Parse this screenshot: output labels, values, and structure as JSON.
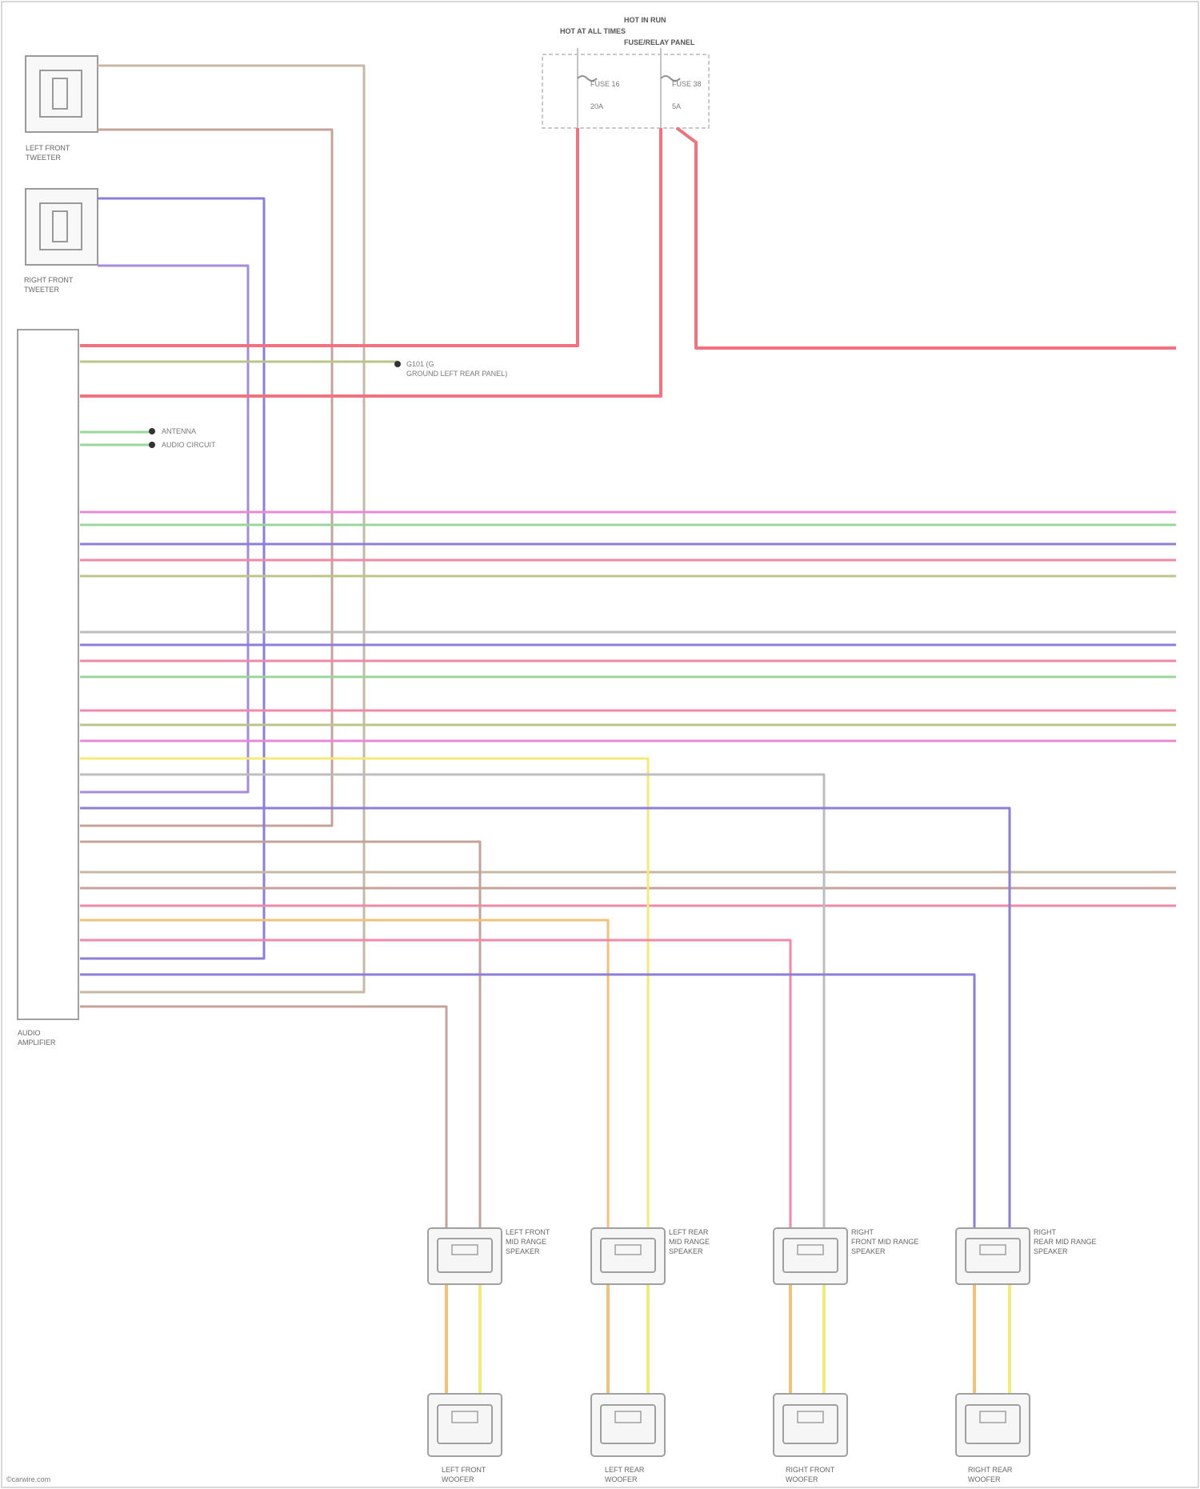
{
  "components": {
    "left_front_tweeter": {
      "label": [
        "LEFT FRONT",
        "TWEETER"
      ]
    },
    "right_front_tweeter": {
      "label": [
        "RIGHT FRONT",
        "TWEETER"
      ]
    },
    "audio_amplifier": {
      "label": [
        "AUDIO",
        "AMPLIFIER"
      ]
    },
    "fuse_relay_panel": {
      "label": [
        "HOT AT ALL TIMES",
        "HOT IN RUN",
        "FUSE/RELAY PANEL"
      ]
    },
    "fuse_1": {
      "name": "FUSE 16",
      "rating": "20A"
    },
    "fuse_2": {
      "name": "FUSE 38",
      "rating": "5A"
    },
    "left_front_door_speaker": {
      "label": [
        "LEFT FRONT",
        "MID RANGE",
        "SPEAKER"
      ]
    },
    "left_rear_door_speaker": {
      "label": [
        "LEFT REAR",
        "MID RANGE",
        "SPEAKER"
      ]
    },
    "right_front_door_speaker": {
      "label": [
        "RIGHT",
        "FRONT MID RANGE",
        "SPEAKER"
      ]
    },
    "right_rear_door_speaker": {
      "label": [
        "RIGHT",
        "REAR MID RANGE",
        "SPEAKER"
      ]
    },
    "left_front_woofer": {
      "label": [
        "LEFT FRONT",
        "WOOFER"
      ]
    },
    "left_rear_woofer": {
      "label": [
        "LEFT REAR",
        "WOOFER"
      ]
    },
    "right_front_woofer": {
      "label": [
        "RIGHT FRONT",
        "WOOFER"
      ]
    },
    "right_rear_woofer": {
      "label": [
        "RIGHT REAR",
        "WOOFER"
      ]
    }
  },
  "notes": {
    "ground": [
      "G101 (G",
      "GROUND LEFT REAR PANEL)"
    ],
    "junctions": [
      "ANTENNA",
      "AUDIO CIRCUIT"
    ]
  },
  "footer": "©carwire.com",
  "wire_colors": {
    "pink": "#f08aa8",
    "red": "#f2737f",
    "violet": "#8c7ed9",
    "purple": "#a58bd9",
    "brown": "#c4a39a",
    "tan": "#c9b7a6",
    "green": "#9ad69a",
    "olive": "#bcc48a",
    "yellow": "#f3ea7a",
    "orange": "#f2c27a",
    "gray": "#bdbdbd",
    "magenta": "#e88bd6"
  }
}
